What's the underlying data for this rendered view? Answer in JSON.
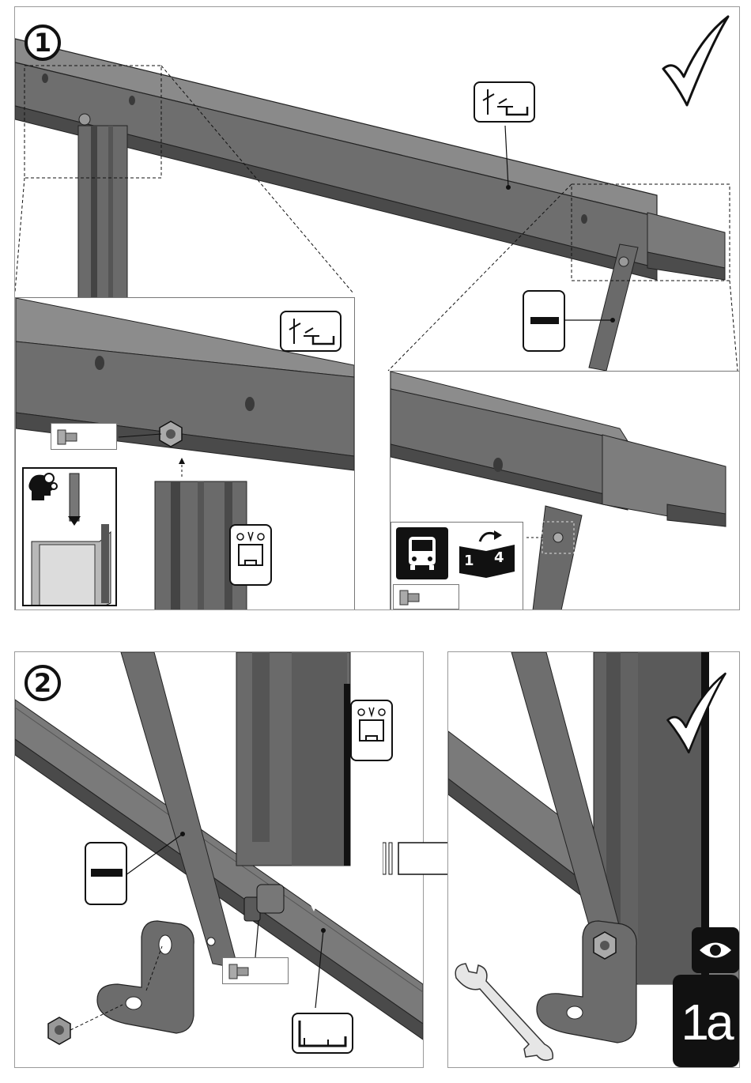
{
  "steps": [
    {
      "number": "1",
      "status": "check"
    },
    {
      "number": "2"
    }
  ],
  "labels": {
    "detail_code": "1a"
  },
  "insets": {
    "book_pages": [
      "1",
      "4"
    ]
  },
  "icons": [
    "checkmark-icon",
    "eye-icon",
    "wrench-icon",
    "bolt-icon",
    "nut-icon",
    "bus-icon",
    "manual-book-icon",
    "thinking-head-gears-icon",
    "profile-section-icon",
    "arrow-right-icon"
  ],
  "colors": {
    "metal": "#6e6e6e",
    "metal_dark": "#3f3f3f",
    "metal_light": "#9c9c9c",
    "ink": "#111111"
  }
}
